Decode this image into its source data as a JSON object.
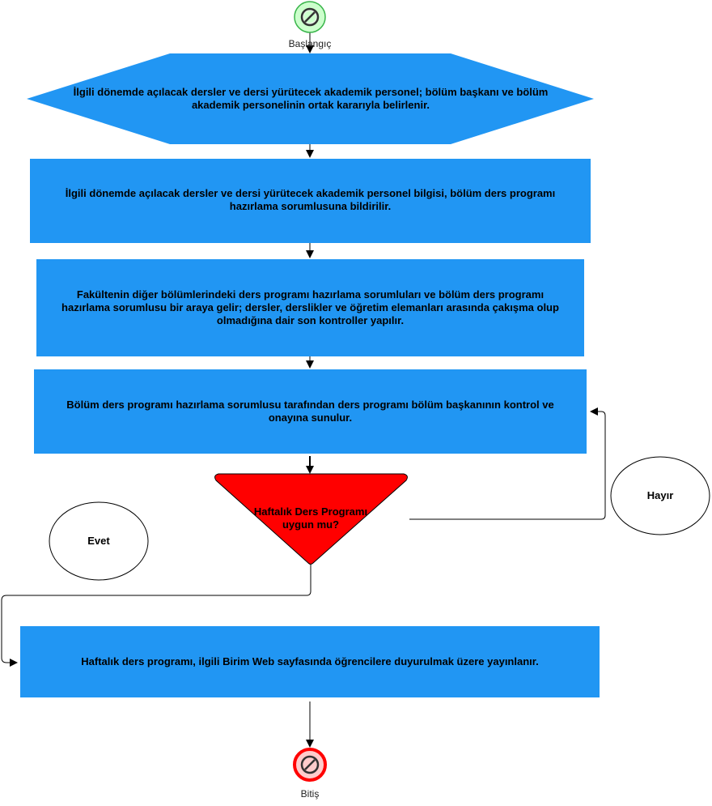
{
  "colors": {
    "process": "#2196f3",
    "decision": "#ff0000",
    "start_fill": "#ccffcc",
    "start_stroke": "#39b54a",
    "end_fill": "#ffcccc",
    "end_stroke": "#ff0000"
  },
  "start": {
    "label": "Başlangıç",
    "icon": "no-entry-icon"
  },
  "end": {
    "label": "Bitiş",
    "icon": "no-entry-icon"
  },
  "steps": [
    "İlgili dönemde açılacak dersler ve dersi yürütecek akademik personel; bölüm başkanı ve bölüm akademik personelinin ortak kararıyla belirlenir.",
    "İlgili dönemde açılacak dersler ve dersi yürütecek akademik personel bilgisi, bölüm ders programı hazırlama sorumlusuna bildirilir.",
    "Fakültenin diğer bölümlerindeki ders programı hazırlama sorumluları ve bölüm ders programı hazırlama sorumlusu bir araya gelir; dersler, derslikler ve öğretim elemanları arasında çakışma olup olmadığına dair son kontroller yapılır.",
    "Bölüm ders programı hazırlama sorumlusu tarafından ders programı bölüm başkanının kontrol ve onayına sunulur.",
    "Haftalık ders programı, ilgili Birim Web sayfasında öğrencilere duyurulmak üzere yayınlanır."
  ],
  "decision": {
    "label": "Haftalık Ders Programı uygun mu?",
    "yes": "Evet",
    "no": "Hayır"
  }
}
